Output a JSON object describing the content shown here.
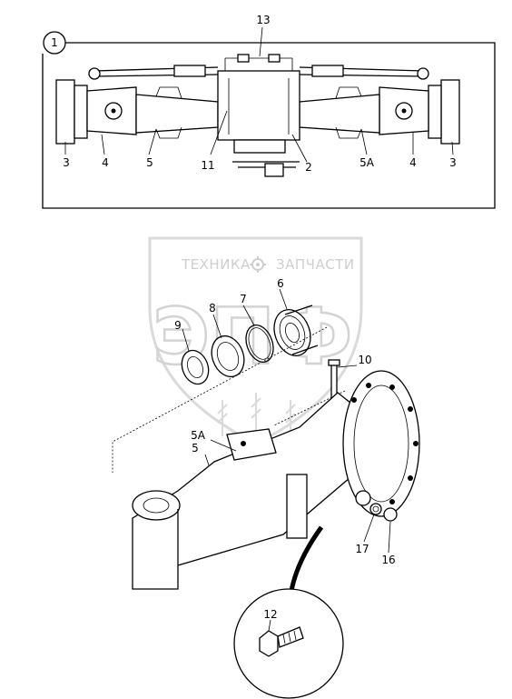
{
  "watermark": {
    "line1": "ТЕХНИКА",
    "line2": "ЗАПЧАСТИ",
    "logo": "ЭПФ",
    "gear_icon": "gear-icon"
  },
  "top_view": {
    "view_number": "1",
    "callouts": [
      "13",
      "3",
      "4",
      "5",
      "11",
      "2",
      "5A",
      "4",
      "3"
    ]
  },
  "exploded_view": {
    "callouts": [
      "6",
      "7",
      "8",
      "9",
      "10",
      "5A",
      "5",
      "17",
      "16",
      "12"
    ]
  }
}
